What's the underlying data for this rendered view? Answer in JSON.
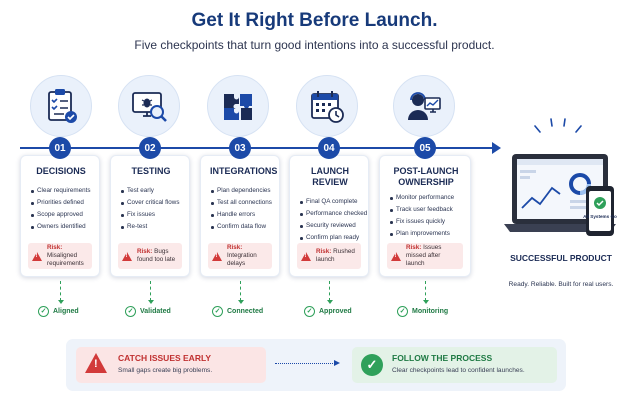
{
  "header": {
    "title": "Get It Right Before Launch.",
    "subtitle": "Five checkpoints that turn good intentions into a successful product."
  },
  "steps": [
    {
      "number": "01",
      "icon": "checklist-clipboard-icon",
      "title": "DECISIONS",
      "items": [
        "Clear requirements",
        "Priorities defined",
        "Scope approved",
        "Owners identified"
      ],
      "risk_label": "Risk:",
      "risk_text": "Misaligned requirements",
      "status": "Aligned"
    },
    {
      "number": "02",
      "icon": "bug-magnifier-icon",
      "title": "TESTING",
      "items": [
        "Test early",
        "Cover critical flows",
        "Fix issues",
        "Re-test"
      ],
      "risk_label": "Risk:",
      "risk_text": "Bugs found too late",
      "status": "Validated"
    },
    {
      "number": "03",
      "icon": "puzzle-pieces-icon",
      "title": "INTEGRATIONS",
      "items": [
        "Plan dependencies",
        "Test all connections",
        "Handle errors",
        "Confirm data flow"
      ],
      "risk_label": "Risk:",
      "risk_text": "Integration delays",
      "status": "Connected"
    },
    {
      "number": "04",
      "icon": "calendar-clock-icon",
      "title": "LAUNCH REVIEW",
      "items": [
        "Final QA complete",
        "Performance checked",
        "Security reviewed",
        "Confirm plan ready"
      ],
      "risk_label": "Risk:",
      "risk_text": "Rushed launch",
      "status": "Approved"
    },
    {
      "number": "05",
      "icon": "support-agent-icon",
      "title": "POST-LAUNCH OWNERSHIP",
      "items": [
        "Monitor performance",
        "Track user feedback",
        "Fix issues quickly",
        "Plan improvements"
      ],
      "risk_label": "Risk:",
      "risk_text": "Issues missed after launch",
      "status": "Monitoring"
    }
  ],
  "outcome": {
    "title": "SUCCESSFUL PRODUCT",
    "subtitle": "Ready. Reliable. Built for real users.",
    "phone_text": "All Systems Go"
  },
  "footer": {
    "left_title": "CATCH ISSUES EARLY",
    "left_text": "Small gaps create big problems.",
    "right_title": "FOLLOW THE PROCESS",
    "right_text": "Clear checkpoints lead to confident launches."
  },
  "colors": {
    "primary": "#1c4aa8",
    "risk": "#d23a3a",
    "success": "#2fa05a"
  }
}
